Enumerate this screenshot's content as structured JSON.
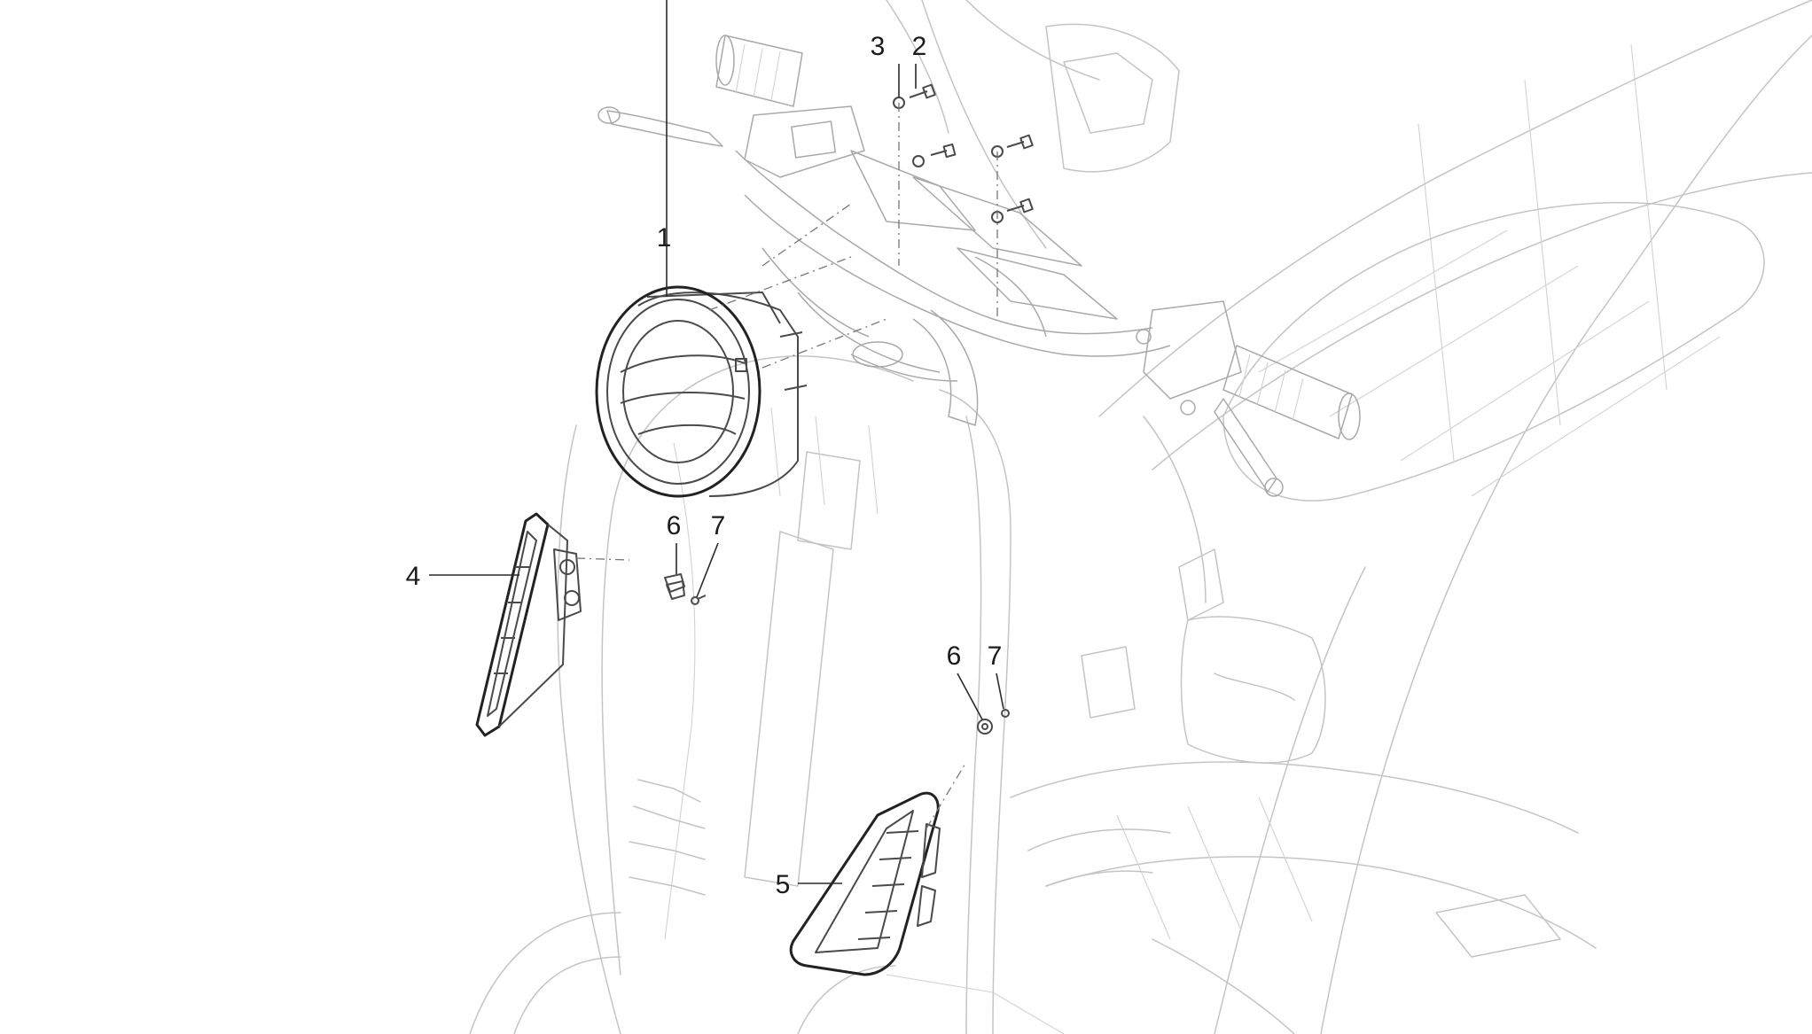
{
  "callouts": {
    "c1": "1",
    "c2": "2",
    "c3": "3",
    "c4": "4",
    "c5": "5",
    "c6a": "6",
    "c7a": "7",
    "c6b": "6",
    "c7b": "7"
  },
  "colors": {
    "background": "#ffffff",
    "ghost_outline": "#c4c4c4",
    "highlighted_part": "#222222",
    "callout_text": "#1a1a1a"
  }
}
